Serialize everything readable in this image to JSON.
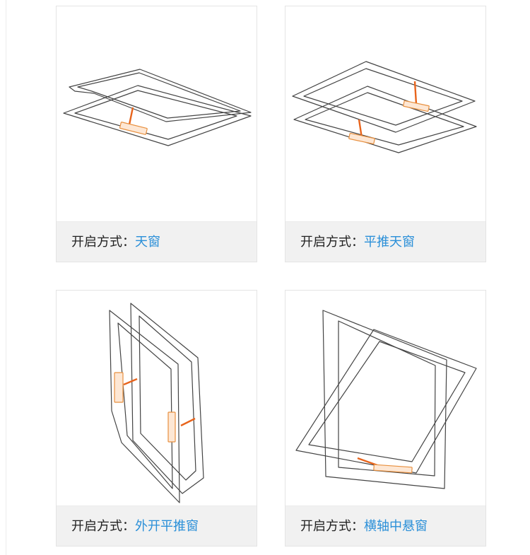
{
  "cards": [
    {
      "label": "开启方式：",
      "type": "天窗"
    },
    {
      "label": "开启方式：",
      "type": "平推天窗"
    },
    {
      "label": "开启方式：",
      "type": "外开平推窗"
    },
    {
      "label": "开启方式：",
      "type": "横轴中悬窗"
    }
  ],
  "colors": {
    "accent": "#2a8fd8",
    "caption_bg": "#f1f1f1",
    "hardware": "#e8641c"
  }
}
